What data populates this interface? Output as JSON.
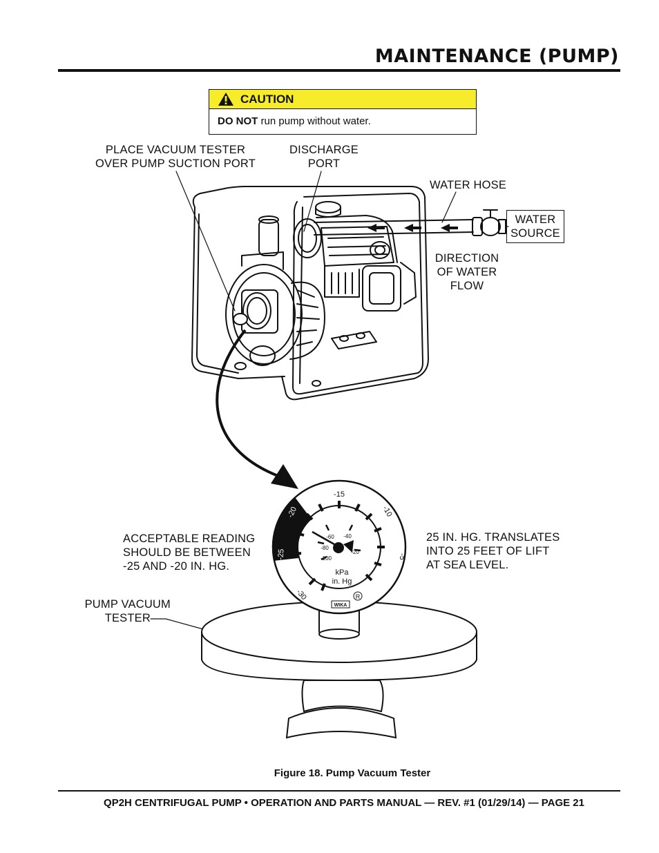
{
  "header": {
    "title": "MAINTENANCE (PUMP)"
  },
  "caution": {
    "heading": "CAUTION",
    "emphasis": "DO NOT",
    "text": " run pump without water."
  },
  "callouts": {
    "vacuum_tester_line1": "PLACE VACUUM TESTER",
    "vacuum_tester_line2": "OVER PUMP SUCTION PORT",
    "discharge_line1": "DISCHARGE",
    "discharge_line2": "PORT",
    "water_hose": "WATER HOSE",
    "water_source_line1": "WATER",
    "water_source_line2": "SOURCE",
    "direction_line1": "DIRECTION",
    "direction_line2": "OF WATER",
    "direction_line3": "FLOW",
    "acceptable_line1": "ACCEPTABLE READING",
    "acceptable_line2": "SHOULD BE BETWEEN",
    "acceptable_line3": "-25 AND -20 IN. HG.",
    "translates_line1": "25 IN. HG. TRANSLATES",
    "translates_line2": "INTO 25 FEET OF LIFT",
    "translates_line3": "AT SEA LEVEL.",
    "tester_line1": "PUMP VACUUM",
    "tester_line2": "TESTER"
  },
  "gauge": {
    "outer_ticks": [
      "-15",
      "-10",
      "-5",
      "-20",
      "-25",
      "-30"
    ],
    "inner_ticks": [
      "-60",
      "-40",
      "-80",
      "-20",
      "-100"
    ],
    "unit_kpa": "kPa",
    "unit_inhg": "in. Hg",
    "brand": "WIKA",
    "registered": "R"
  },
  "figure": {
    "caption": "Figure 18. Pump Vacuum Tester"
  },
  "footer": {
    "text": "QP2H CENTRIFUGAL PUMP • OPERATION AND PARTS MANUAL — REV. #1 (01/29/14) — PAGE 21"
  },
  "colors": {
    "caution_yellow": "#f6ec2a",
    "ink": "#111111"
  }
}
